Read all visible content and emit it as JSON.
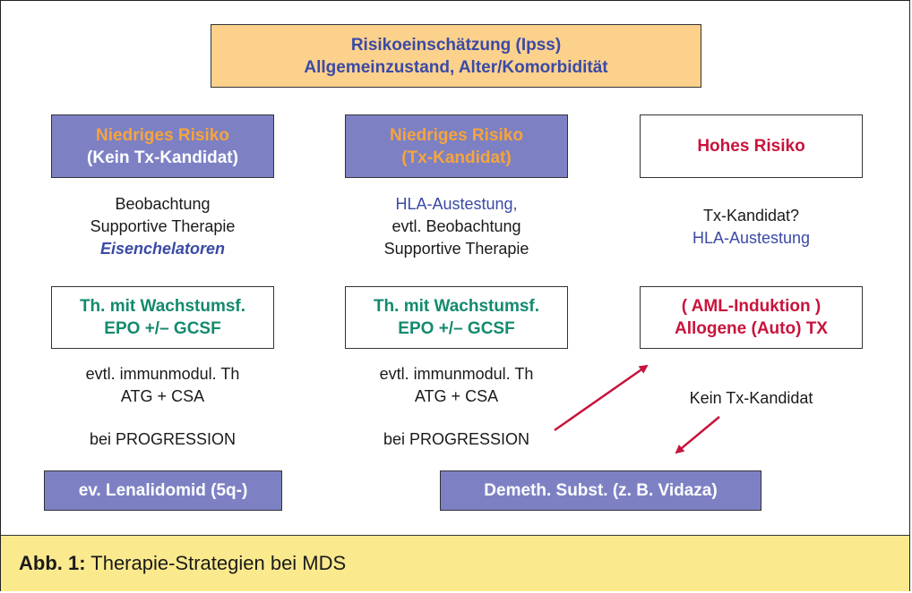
{
  "top": {
    "line1": "Risikoeinschätzung (Ipss)",
    "line2": "Allgemeinzustand, Alter/Komorbidität"
  },
  "col1": {
    "header": {
      "line1": "Niedriges Risiko",
      "line2": "(Kein Tx-Kandidat)"
    },
    "text1": [
      "Beobachtung",
      "Supportive Therapie",
      "Eisenchelatoren"
    ],
    "box2": {
      "line1": "Th. mit Wachstumsf.",
      "line2": "EPO +/– GCSF"
    },
    "text2": [
      "evtl. immunmodul. Th",
      "ATG + CSA"
    ],
    "progression_prefix": "bei ",
    "progression": "PROGRESSION",
    "final_box": "ev. Lenalidomid (5q-)"
  },
  "col2": {
    "header": {
      "line1": "Niedriges Risiko",
      "line2": "(Tx-Kandidat)"
    },
    "text1": [
      "HLA-Austestung,",
      "evtl. Beobachtung",
      "Supportive Therapie"
    ],
    "box2": {
      "line1": "Th. mit Wachstumsf.",
      "line2": "EPO +/– GCSF"
    },
    "text2": [
      "evtl. immunmodul. Th",
      "ATG + CSA"
    ],
    "progression_prefix": "bei ",
    "progression": "PROGRESSION"
  },
  "col3": {
    "header": "Hohes Risiko",
    "text1": [
      "Tx-Kandidat?",
      "HLA-Austestung"
    ],
    "box2": {
      "line1": "( AML-Induktion )",
      "line2": "Allogene (Auto) TX"
    },
    "text2": "Kein Tx-Kandidat"
  },
  "bottom_box": "Demeth. Subst. (z. B. Vidaza)",
  "caption": {
    "label": "Abb. 1:",
    "text": " Therapie-Strategien bei MDS"
  },
  "colors": {
    "purple": "#7d81c4",
    "orange": "#f6a43c",
    "red": "#c8143c",
    "green": "#138a6e",
    "blue": "#3a4aa6",
    "peach": "#fcd18c",
    "yellow": "#fbe98d"
  }
}
